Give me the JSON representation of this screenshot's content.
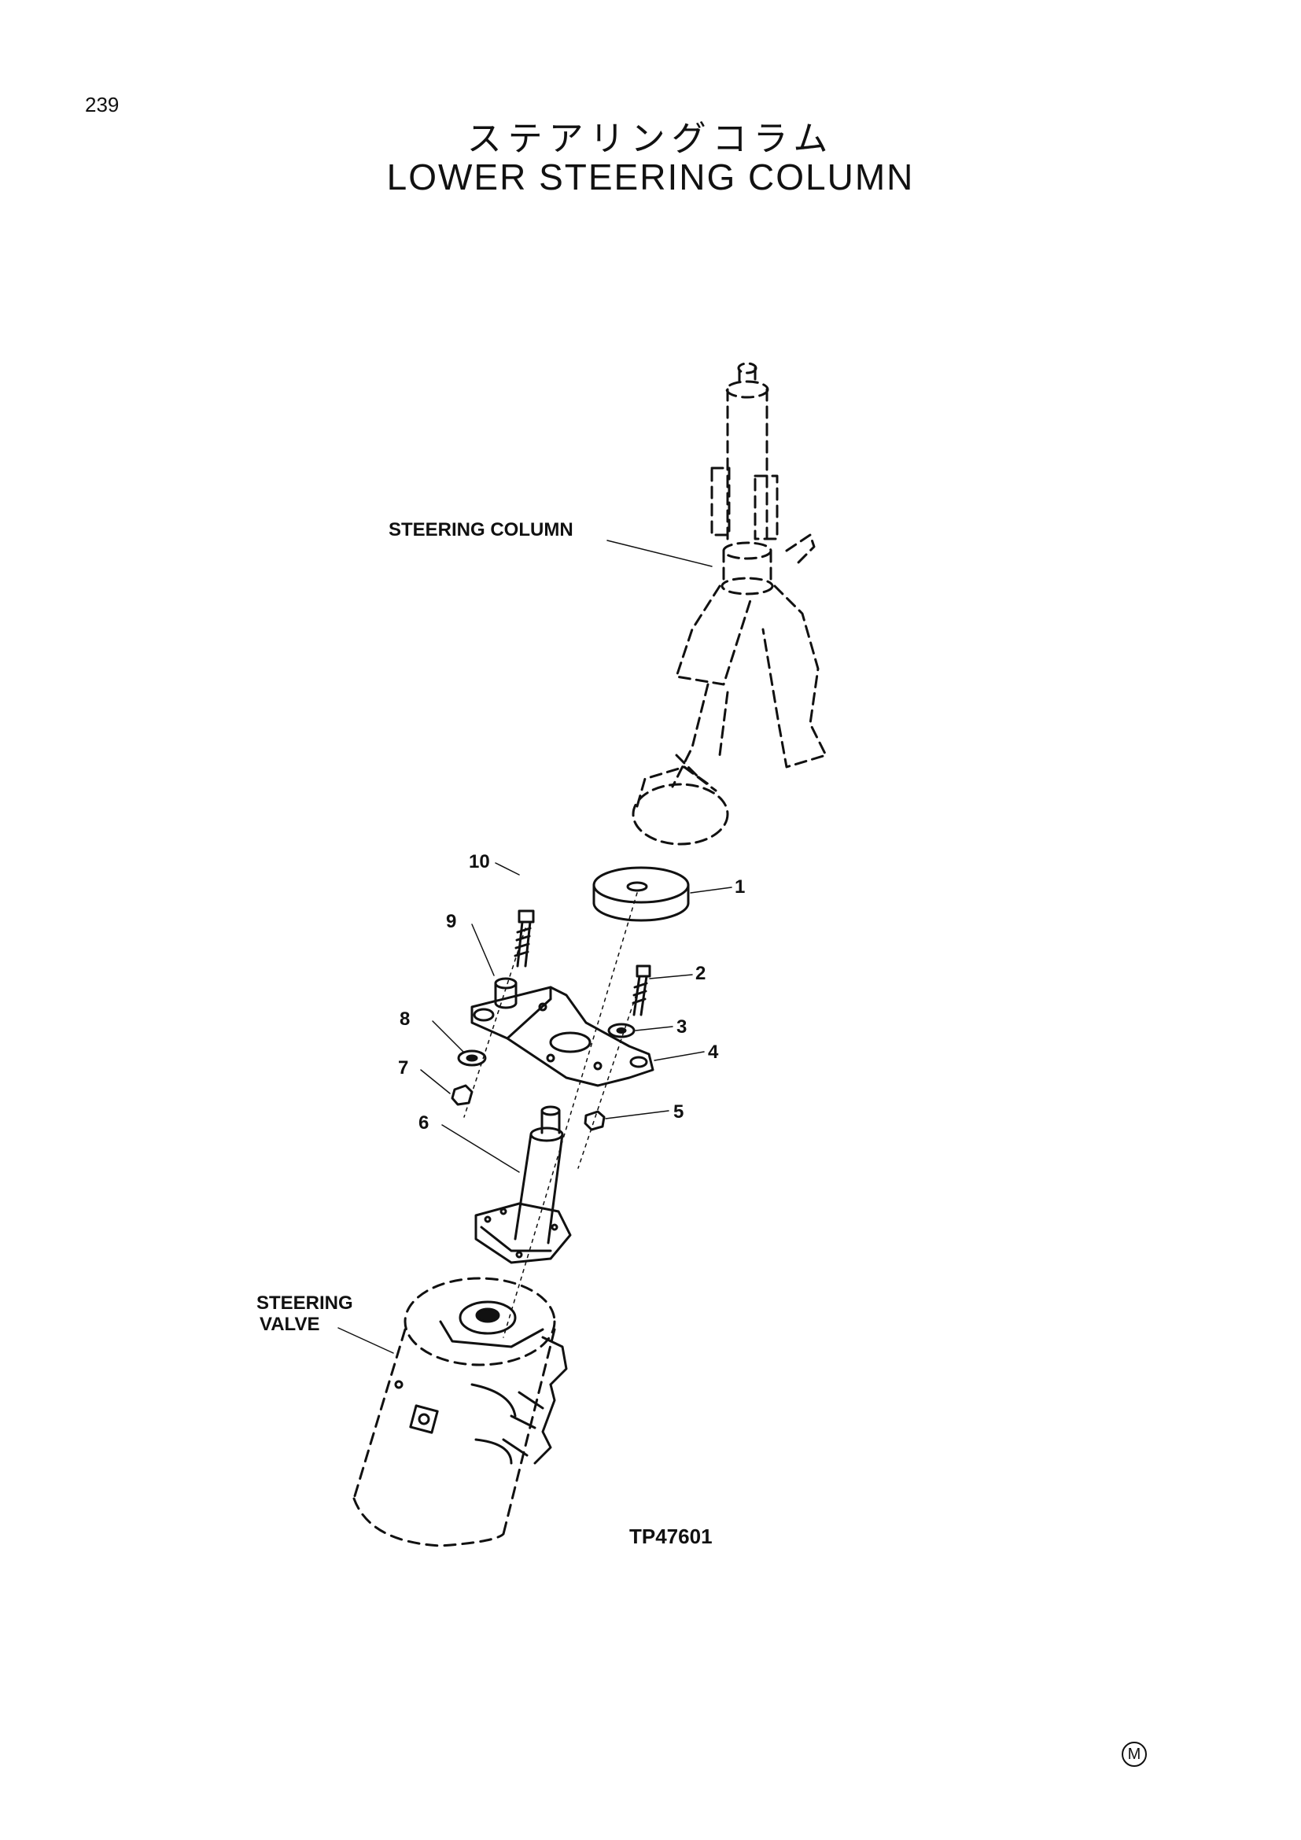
{
  "page": {
    "number": "239"
  },
  "title": {
    "japanese": "ステアリングコラム",
    "english": "LOWER STEERING COLUMN"
  },
  "labels": {
    "steering_column": "STEERING COLUMN",
    "steering_valve_line1": "STEERING",
    "steering_valve_line2": "VALVE",
    "figure_code": "TP47601"
  },
  "callouts": [
    "1",
    "2",
    "3",
    "4",
    "5",
    "6",
    "7",
    "8",
    "9",
    "10"
  ],
  "marks": {
    "corner_symbol": "M"
  }
}
